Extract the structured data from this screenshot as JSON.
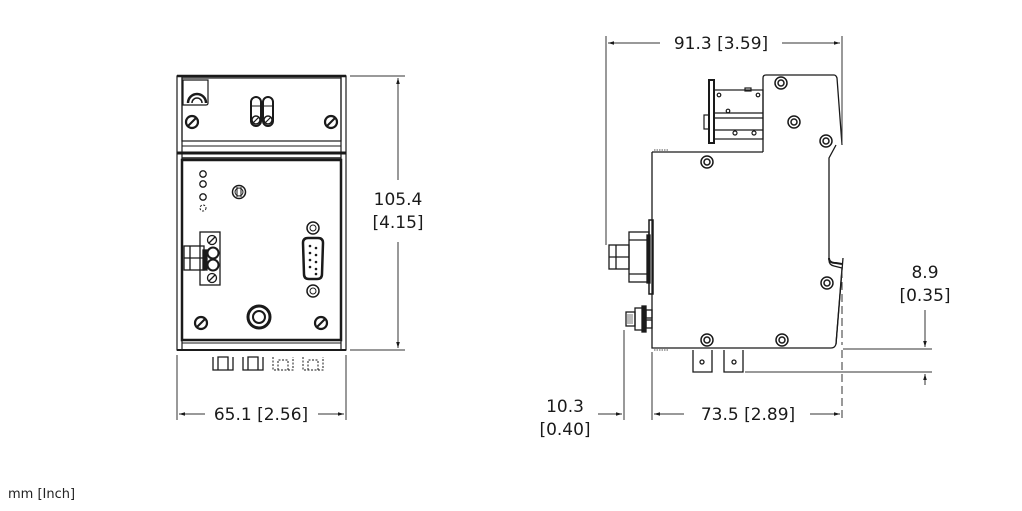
{
  "drawing": {
    "units_label": "mm [Inch]",
    "front_view": {
      "width_dim": "65.1 [2.56]",
      "height_dim_mm": "105.4",
      "height_dim_in": "[4.15]"
    },
    "side_view": {
      "overall_depth_dim": "91.3 [3.59]",
      "body_depth_dim": "73.5 [2.89]",
      "connector_offset_mm": "10.3",
      "connector_offset_in": "[0.40]",
      "tab_offset_mm": "8.9",
      "tab_offset_in": "[0.35]"
    }
  },
  "colors": {
    "line": "#1a1a1a",
    "thin_line": "#333333",
    "background": "#ffffff"
  }
}
